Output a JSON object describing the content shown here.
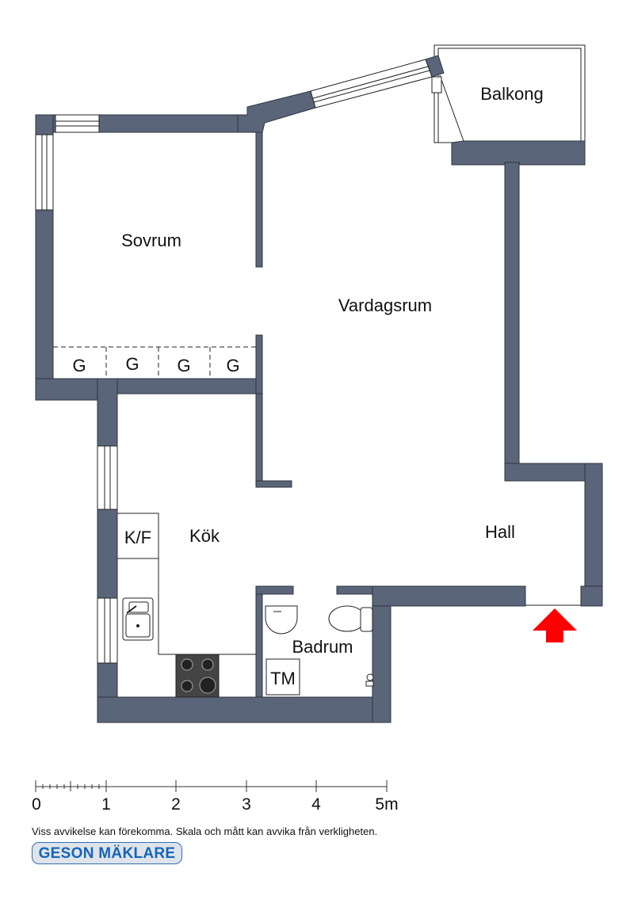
{
  "rooms": {
    "balkong": "Balkong",
    "sovrum": "Sovrum",
    "vardagsrum": "Vardagsrum",
    "kok": "Kök",
    "hall": "Hall",
    "badrum": "Badrum"
  },
  "fixtures": {
    "wardrobe": [
      "G",
      "G",
      "G",
      "G"
    ],
    "fridge_freezer": "K/F",
    "washer": "TM"
  },
  "scale": {
    "ticks": [
      "0",
      "1",
      "2",
      "3",
      "4",
      "5m"
    ]
  },
  "disclaimer": "Viss avvikelse kan förekomma. Skala och mått kan avvika från verkligheten.",
  "logo": "GESON MÄKLARE",
  "colors": {
    "wall": "#5b6579",
    "entrance_arrow": "#ff0000",
    "logo": "#1565b8"
  }
}
